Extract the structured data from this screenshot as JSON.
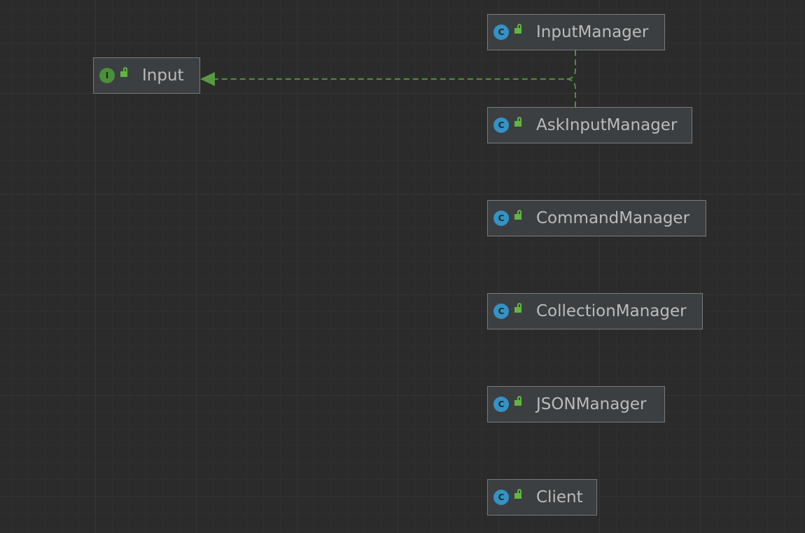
{
  "diagram": {
    "nodes": [
      {
        "id": "input",
        "kind": "interface",
        "kind_letter": "I",
        "icon": "interface-icon",
        "label": "Input"
      },
      {
        "id": "input-manager",
        "kind": "class",
        "kind_letter": "C",
        "icon": "class-icon",
        "label": "InputManager"
      },
      {
        "id": "ask-input-manager",
        "kind": "class",
        "kind_letter": "C",
        "icon": "class-icon",
        "label": "AskInputManager"
      },
      {
        "id": "command-manager",
        "kind": "class",
        "kind_letter": "C",
        "icon": "class-icon",
        "label": "CommandManager"
      },
      {
        "id": "collection-manager",
        "kind": "class",
        "kind_letter": "C",
        "icon": "class-icon",
        "label": "CollectionManager"
      },
      {
        "id": "json-manager",
        "kind": "class",
        "kind_letter": "C",
        "icon": "class-icon",
        "label": "JSONManager"
      },
      {
        "id": "client",
        "kind": "class",
        "kind_letter": "C",
        "icon": "class-icon",
        "label": "Client"
      }
    ],
    "edges": [
      {
        "from": "input-manager",
        "to": "input",
        "type": "implements",
        "style": "dashed"
      },
      {
        "from": "ask-input-manager",
        "to": "input",
        "type": "implements",
        "style": "dashed"
      }
    ],
    "colors": {
      "background": "#2b2b2b",
      "node_fill": "#3c3f41",
      "class_icon": "#3592c4",
      "interface_icon": "#4a8f3a",
      "visibility_icon": "#62b543",
      "edge": "#4f8f3e",
      "text": "#bbbbbb"
    }
  }
}
